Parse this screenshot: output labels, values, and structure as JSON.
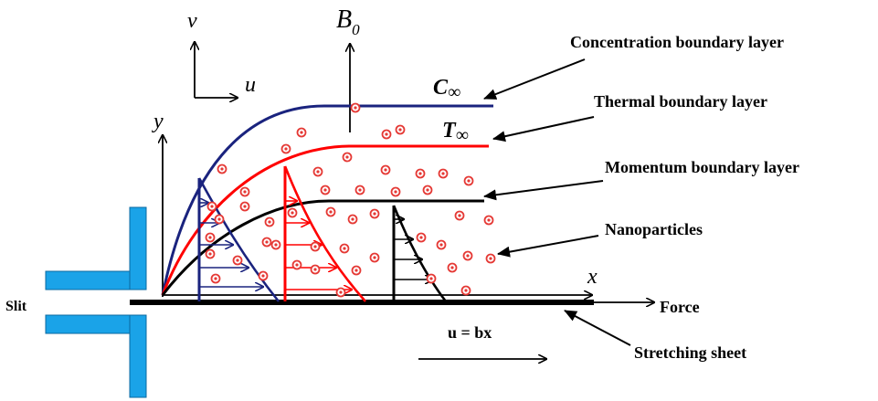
{
  "labels": {
    "concentration": "Concentration boundary layer",
    "thermal": "Thermal boundary layer",
    "momentum": "Momentum boundary layer",
    "nanoparticles": "Nanoparticles",
    "force": "Force",
    "stretching": "Stretching sheet",
    "slit": "Slit",
    "velocity": "u = bx"
  },
  "symbols": {
    "v": "v",
    "u": "u",
    "y": "y",
    "x": "x",
    "B": "B",
    "B_sub": "0",
    "C": "C",
    "T": "T",
    "inf": "∞"
  },
  "colors": {
    "concentration": "#1a237e",
    "thermal": "#ff0000",
    "momentum": "#000000",
    "slit": "#1aa3e8",
    "particle": "#e53935"
  }
}
